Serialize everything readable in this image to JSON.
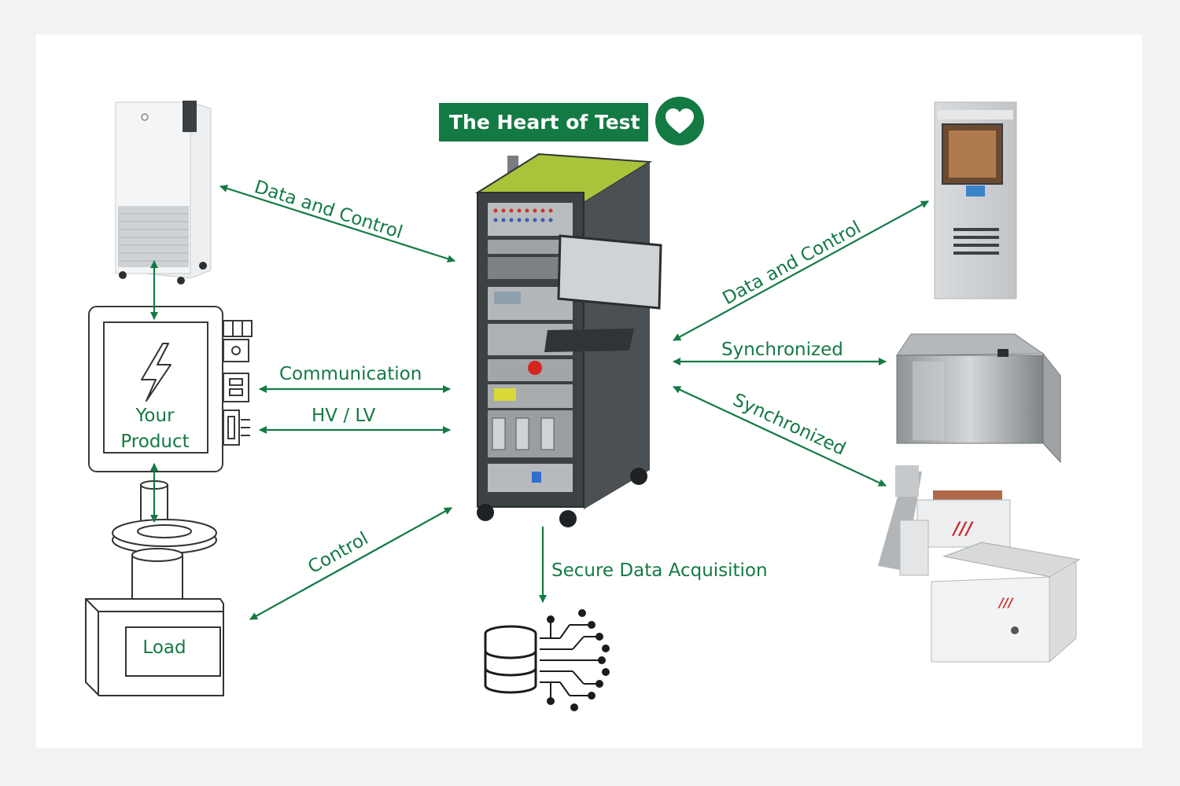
{
  "title": "The Heart of Test",
  "colors": {
    "accent": "#147a44",
    "lid": "#a7c43a",
    "cabinet": "#3c4144"
  },
  "labels": {
    "top_left": "Data and Control",
    "top_right": "Data and Control",
    "mid_right": "Synchronized",
    "low_right": "Synchronized",
    "communication": "Communication",
    "hv_lv": "HV / LV",
    "control": "Control",
    "acquisition": "Secure Data Acquisition"
  },
  "product": {
    "line1": "Your",
    "line2": "Product"
  },
  "load": {
    "label": "Load"
  },
  "icons": [
    "heart-icon",
    "lightning-icon",
    "database-icon",
    "circuit-icon"
  ]
}
